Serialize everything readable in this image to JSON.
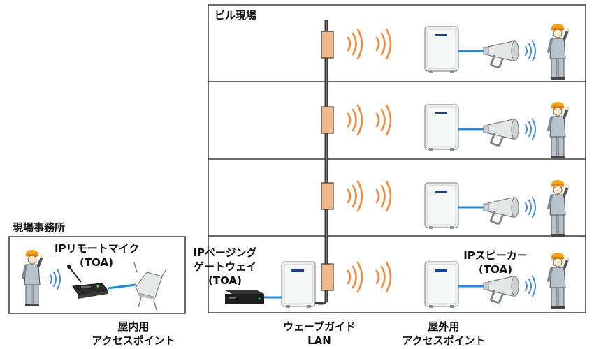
{
  "building_label": "ビル現場",
  "office_label": "現場事務所",
  "remote_mic_label": [
    "IPリモートマイク",
    "(TOA)"
  ],
  "paging_gateway_label": [
    "IPページング",
    "ゲートウェイ",
    "(TOA)"
  ],
  "ip_speaker_label": [
    "IPスピーカー",
    "(TOA)"
  ],
  "indoor_ap_label": [
    "屋内用",
    "アクセスポイント"
  ],
  "waveguide_label": [
    "ウェーブガイド",
    "LAN"
  ],
  "outdoor_ap_label": [
    "屋外用",
    "アクセスポイント"
  ],
  "colors": {
    "border": "#3a3a3a",
    "coupler": "#f2b98c",
    "signal_orange": "#f08a3a",
    "signal_blue": "#4a86d8",
    "cable_blue": "#2a8ad0",
    "worker_yellow": "#f5a21a"
  },
  "icons": [
    "building-frame",
    "waveguide-cable-icon",
    "access-point-box-icon",
    "horn-speaker-icon",
    "worker-icon",
    "remote-mic-icon",
    "paging-gateway-icon"
  ]
}
